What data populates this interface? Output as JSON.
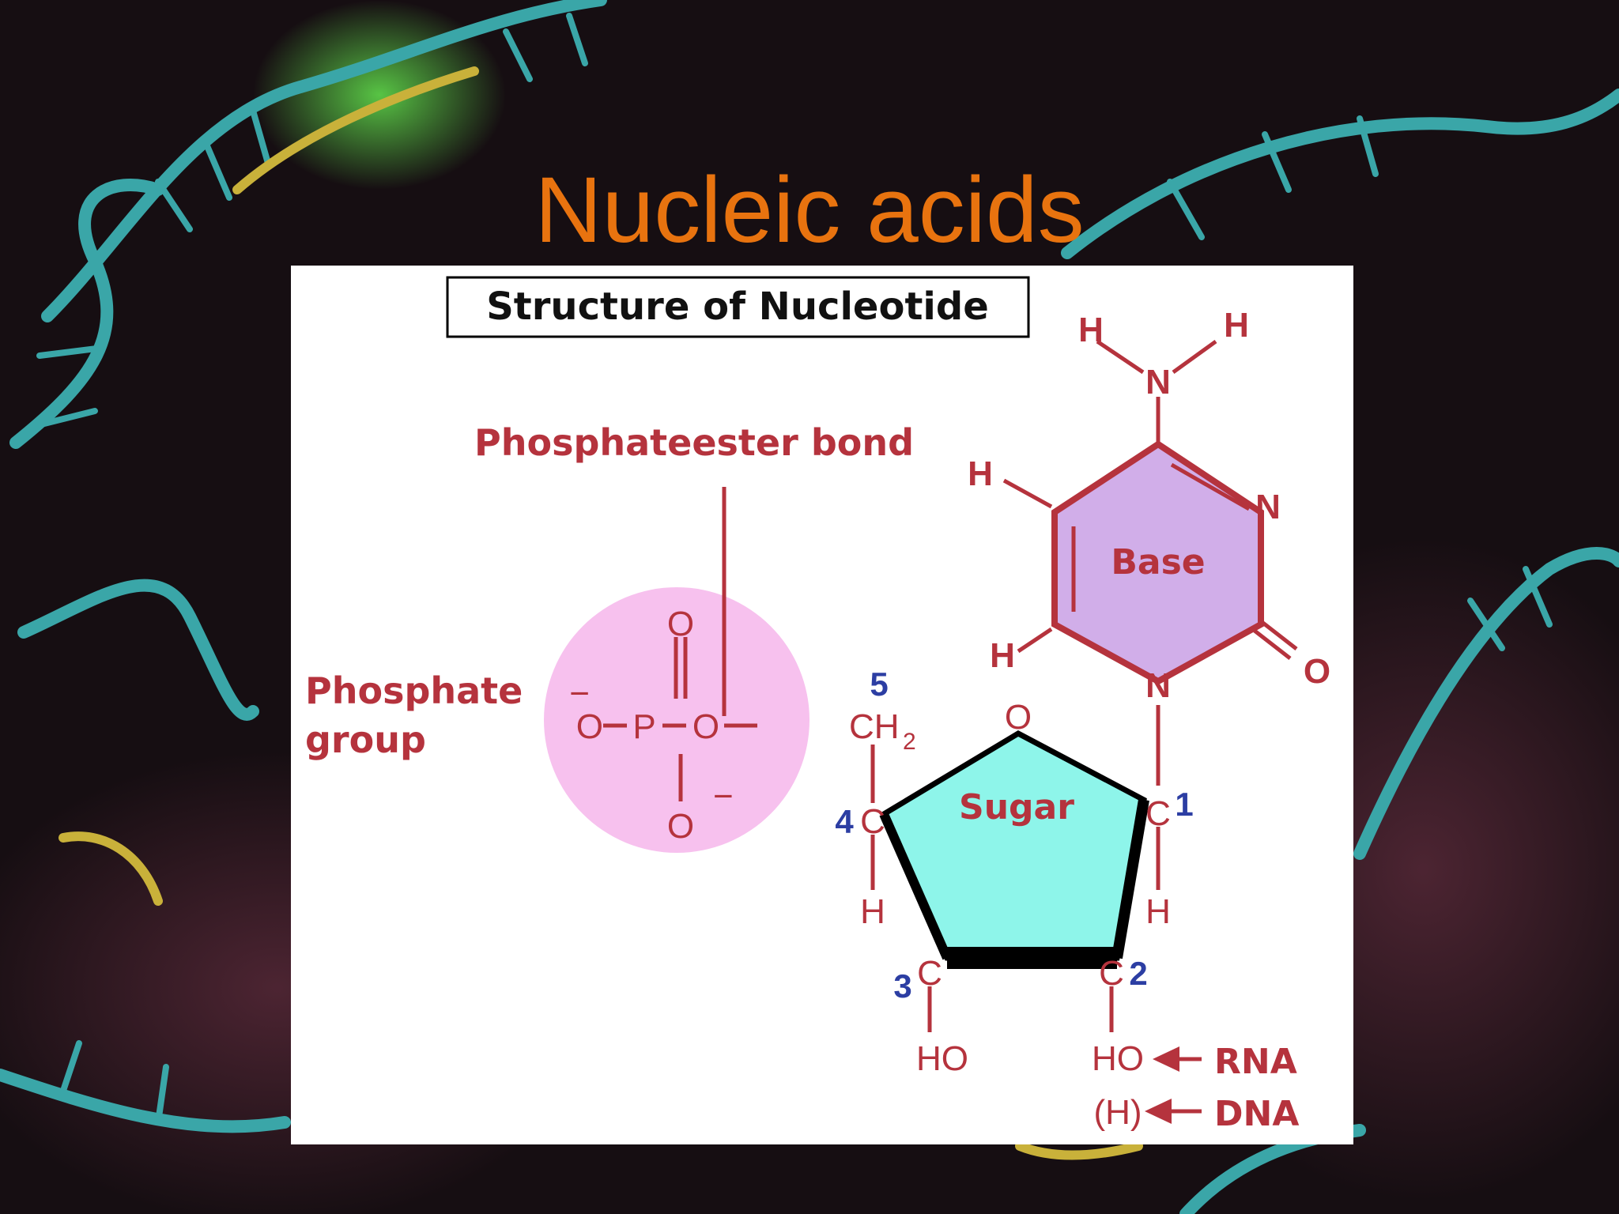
{
  "slide": {
    "title": "Nucleic acids"
  },
  "diagram": {
    "title": "Structure of Nucleotide",
    "labels": {
      "bond": "Phosphateester bond",
      "phosphate_line1": "Phosphate",
      "phosphate_line2": "group",
      "base": "Base",
      "sugar": "Sugar",
      "rna": "RNA",
      "dna": "DNA"
    },
    "atoms": {
      "o": "O",
      "p": "P",
      "n": "N",
      "h": "H",
      "c": "C",
      "ch2": "CH",
      "sub2": "2",
      "minus": "−",
      "ho": "HO",
      "paren_h": "(H)"
    },
    "carbon_numbers": [
      "1",
      "2",
      "3",
      "4",
      "5"
    ],
    "colors": {
      "label": "#b5333d",
      "numbering": "#2c3ea3",
      "phosphate_fill": "#f7c1ee",
      "base_fill": "#d1aee9",
      "sugar_fill": "#8ef5ea",
      "title_color": "#e8730f"
    }
  }
}
